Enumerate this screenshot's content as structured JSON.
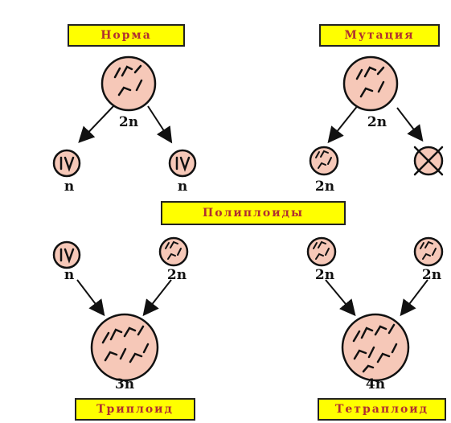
{
  "labels": {
    "normal": "Норма",
    "mutation": "Мутация",
    "polyploids": "Полиплоиды",
    "triploid": "Триплоид",
    "tetraploid": "Тетраплоид"
  },
  "ploidy": {
    "normal_parent": "2n",
    "normal_left_gamete": "n",
    "normal_right_gamete": "n",
    "mutation_parent": "2n",
    "mutation_gamete": "2n",
    "triploid_left": "n",
    "triploid_right": "2n",
    "triploid_result": "3n",
    "tetraploid_left": "2n",
    "tetraploid_right": "2n",
    "tetraploid_result": "4n"
  },
  "colors": {
    "cell_fill": "#f6c8b8",
    "label_fill": "#ffff00",
    "label_text": "#b03030"
  }
}
